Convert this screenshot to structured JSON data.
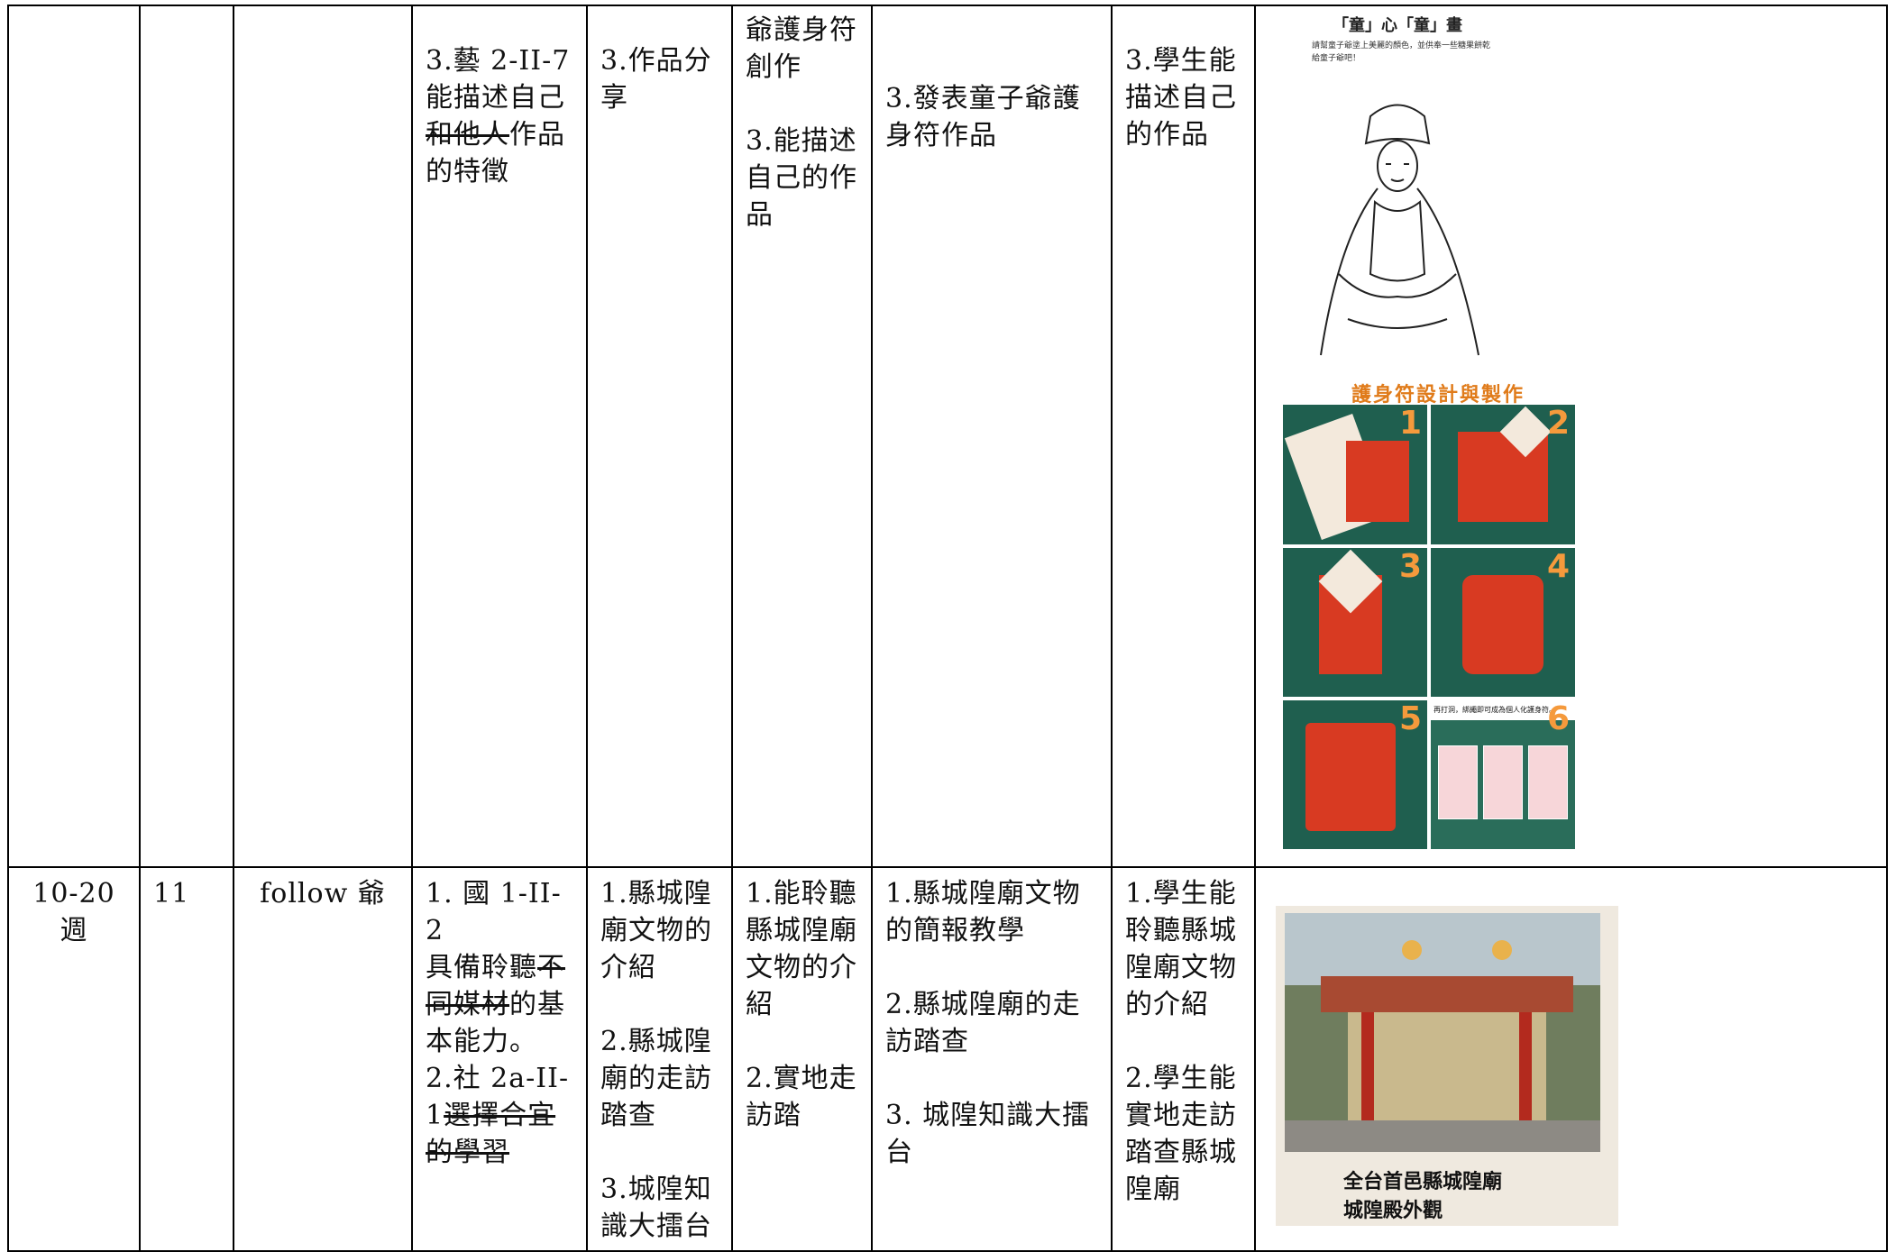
{
  "row_top": {
    "c1": "",
    "c2": "",
    "c3": "",
    "c4": {
      "line1": "3.藝 2-II-7",
      "line2_a": "能描述自己",
      "line2_strike": "和他人",
      "line2_b": "作品的特徵"
    },
    "c5": "3.作品分享",
    "c6": {
      "line1": "爺護身符創作",
      "line2": "3.能描述自己的作品"
    },
    "c7": "3.發表童子爺護身符作品",
    "c8": "3.學生能描述自己的作品",
    "worksheet": {
      "title": "「童」心「童」畫",
      "instruction": "請幫童子爺塗上美麗的顏色，並供奉一些糖果餅乾給童子爺吧！"
    },
    "steps": {
      "title": "護身符設計與製作",
      "caption6": "再打洞，綁繩即可成為個人化護身符。",
      "numbers": [
        "1",
        "2",
        "3",
        "4",
        "5",
        "6"
      ]
    }
  },
  "row_bottom": {
    "c1": "10-20週",
    "c2": "11",
    "c3": "follow 爺",
    "c4": {
      "a": "1. 國 1-II-2",
      "b1": "具備聆聽",
      "b_strike": "不同媒材",
      "b2": "的基本能力。",
      "c": "2.社 2a-II-1",
      "c_strike": "選擇合宜的學習"
    },
    "c5": {
      "p1": "1.縣城隍廟文物的介紹",
      "p2": "2.縣城隍廟的走訪踏查",
      "p3": "3.城隍知識大擂台"
    },
    "c6": {
      "p1": "1.能聆聽縣城隍廟文物的介紹",
      "p2": "2.實地走訪踏"
    },
    "c7": {
      "p1": "1.縣城隍廟文物的簡報教學",
      "p2": "2.縣城隍廟的走訪踏查",
      "p3": "3. 城隍知識大擂台"
    },
    "c8": {
      "p1": "1.學生能聆聽縣城隍廟文物的介紹",
      "p2": "2.學生能實地走訪踏查縣城隍廟"
    },
    "temple_caption": {
      "line1": "全台首邑縣城隍廟",
      "line2": "城隍殿外觀"
    }
  }
}
